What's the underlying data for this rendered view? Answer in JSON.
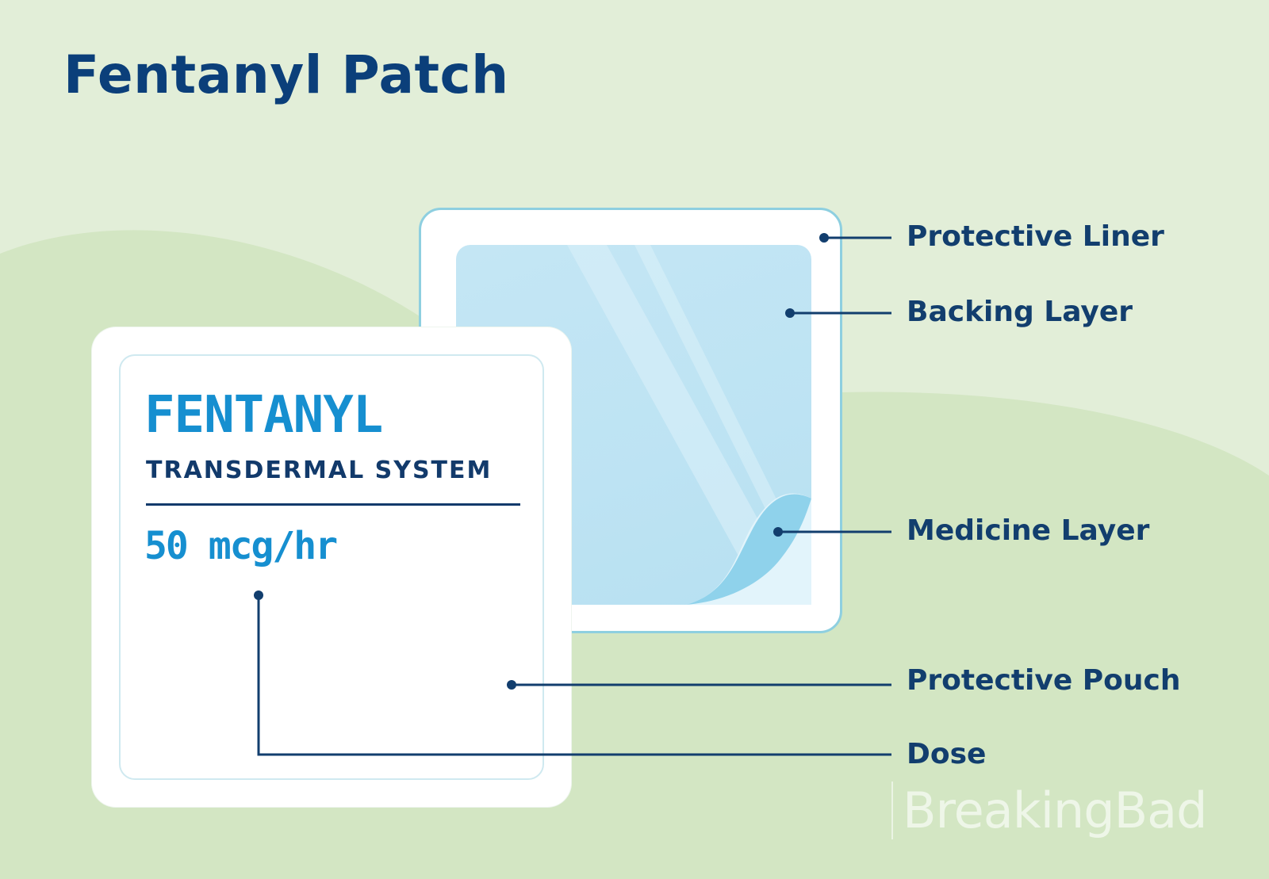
{
  "title": "Fentanyl Patch",
  "pouch": {
    "brand": "FENTANYL",
    "subtitle": "TRANSDERMAL SYSTEM",
    "dose": "50 mcg/hr"
  },
  "labels": [
    "Protective Liner",
    "Backing Layer",
    "Medicine Layer",
    "Protective Pouch",
    "Dose"
  ],
  "watermark": "BreakingBad",
  "colors": {
    "background": "#e2eed8",
    "hill": "#d3e6c3",
    "title": "#0b3f7a",
    "label": "#123e6e",
    "brand_blue": "#168fd0",
    "patch_blue": "#bde3f3",
    "liner_border": "#8ecfe0"
  }
}
